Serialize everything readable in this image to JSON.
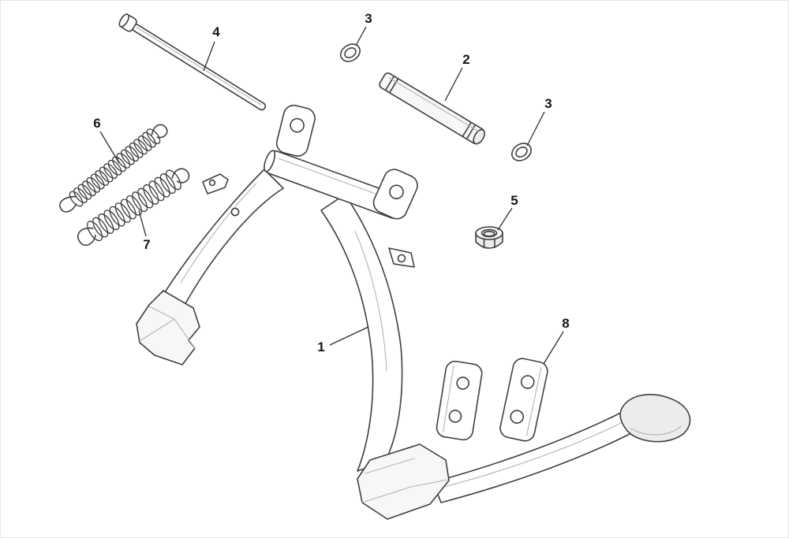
{
  "diagram": {
    "kind": "exploded-parts-diagram",
    "subject": "center-stand-assembly",
    "background_color": "#ffffff",
    "line_color": "#3f3f3f",
    "shade_color": "#ececec",
    "label_color": "#151515",
    "labels": {
      "part1": "1",
      "part2": "2",
      "part3a": "3",
      "part3b": "3",
      "part4": "4",
      "part5": "5",
      "part6": "6",
      "part7": "7",
      "part8": "8"
    }
  }
}
